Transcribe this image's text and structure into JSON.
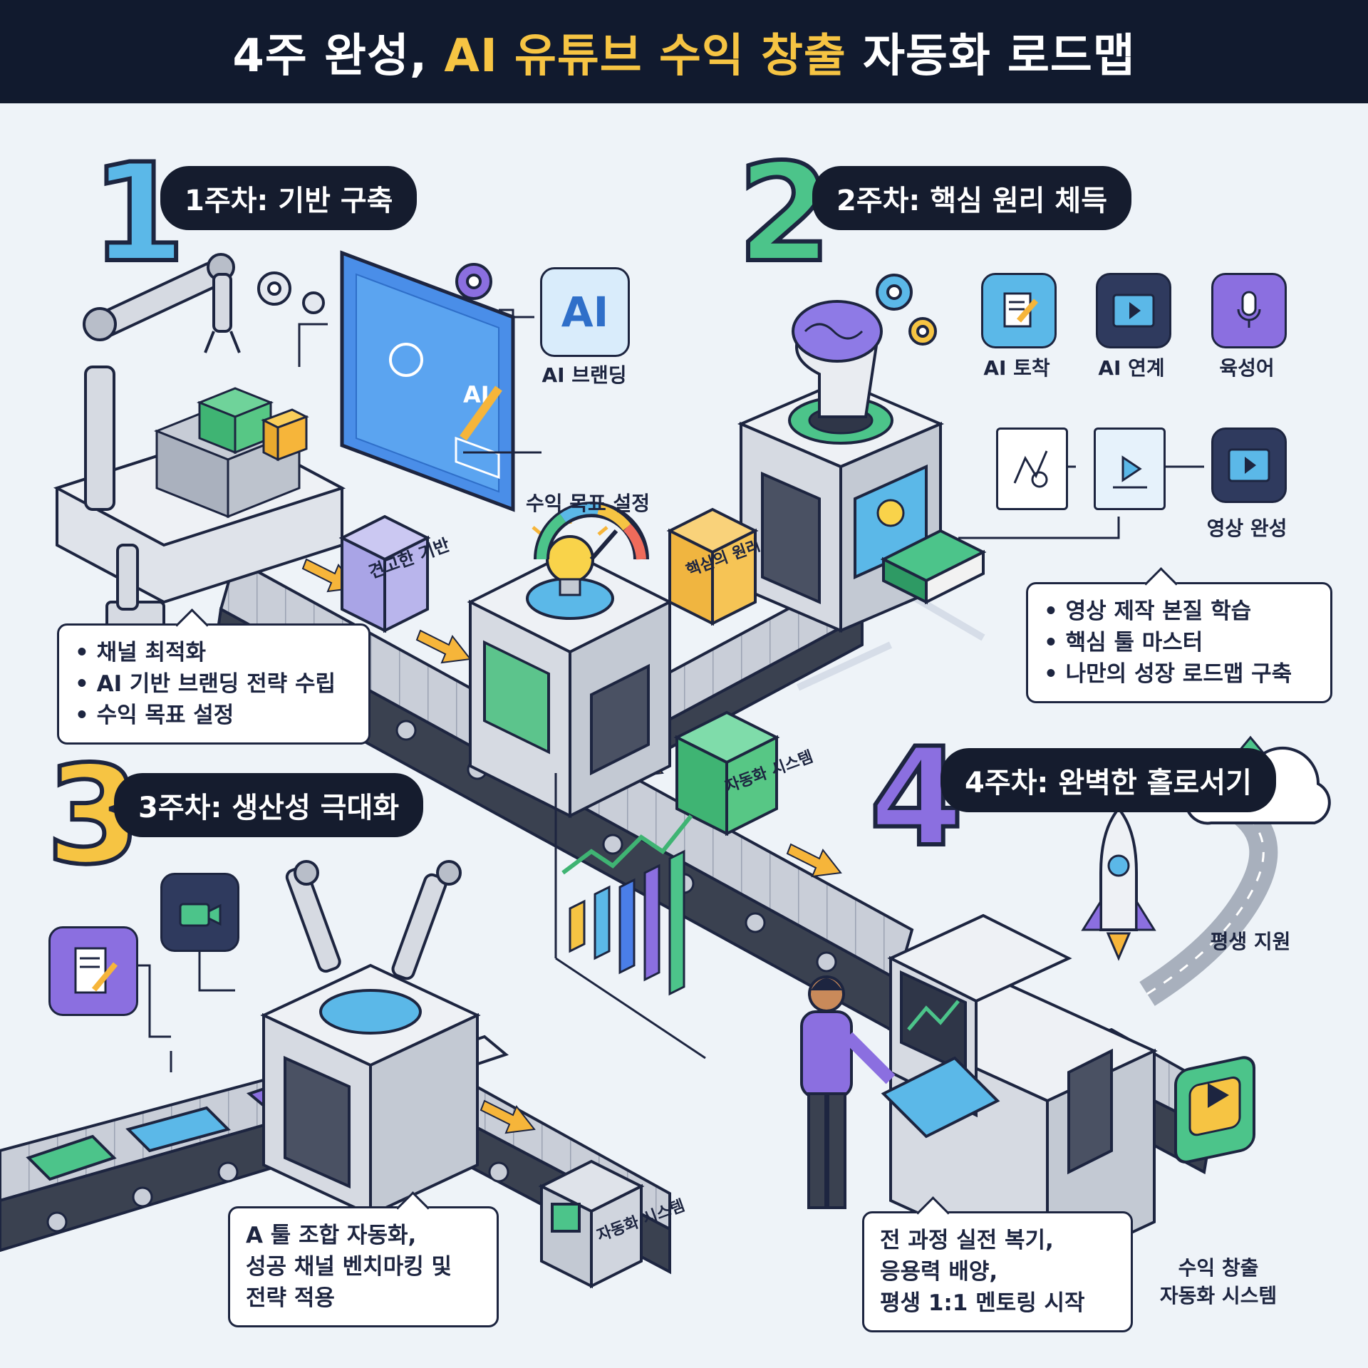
{
  "header": {
    "title_prefix": "4주 완성, ",
    "title_highlight": "AI 유튜브 수익 창출",
    "title_suffix": " 자동화 로드맵"
  },
  "week1": {
    "number": "1",
    "title": "1주차: 기반 구축",
    "bullets": [
      "채널 최적화",
      "AI 기반 브랜딩 전략 수립",
      "수익 목표 설정"
    ],
    "icon_labels": {
      "branding": "AI 브랜딩",
      "goal": "수익 목표 설정"
    },
    "ai_badge": "AI",
    "screen_text": "AI",
    "box_label": "견고한 기반"
  },
  "week2": {
    "number": "2",
    "title": "2주차: 핵심 원리 체득",
    "bullets": [
      "영상 제작 본질 학습",
      "핵심 툴 마스터",
      "나만의 성장 로드맵 구축"
    ],
    "tools": [
      "AI 토착",
      "AI 연계",
      "육성어"
    ],
    "flow_label": "영상 완성",
    "box_label": "핵심의 원리"
  },
  "week3": {
    "number": "3",
    "title": "3주차: 생산성 극대화",
    "callout_lines": [
      "A 툴 조합 자동화,",
      "성공 채널 벤치마킹 및",
      "전략 적용"
    ],
    "box_label": "자동화 시스템"
  },
  "week4": {
    "number": "4",
    "title": "4주차: 완벽한 홀로서기",
    "callout_lines": [
      "전 과정 실전 복기,",
      "응용력 배양,",
      "평생 1:1 멘토링 시작"
    ],
    "support_label": "평생 지원",
    "result_label_line1": "수익 창출",
    "result_label_line2": "자동화 시스템"
  },
  "middle_box_label": "자동화 시스템",
  "colors": {
    "week1": "#5bb8e8",
    "week2": "#4cc48a",
    "week3": "#f6c443",
    "week4": "#8b6fe0",
    "navy": "#111a2e"
  }
}
